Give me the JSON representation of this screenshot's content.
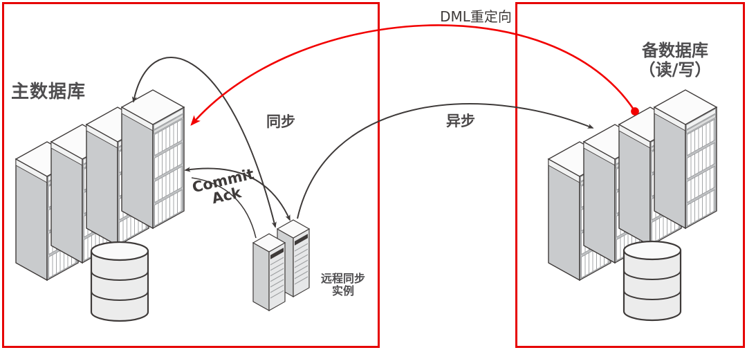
{
  "diagram": {
    "title_hint": "database remote synchronous replication topology",
    "primary_zone": {
      "label": "主数据库"
    },
    "standby_zone": {
      "label_line1": "备数据库",
      "label_line2": "（读/写）"
    },
    "remote_sync_instance": {
      "label_line1": "远程同步",
      "label_line2": "实例"
    },
    "arrows": {
      "dml_redirect_label": "DML重定向",
      "sync_label": "同步",
      "async_label": "异步",
      "commit_ack_line1": "Commit",
      "commit_ack_line2": "Ack"
    },
    "icons": {
      "primary_rack_count": 4,
      "standby_rack_count": 4,
      "remote_tower_count": 2,
      "database_cylinders": 2
    },
    "colors": {
      "zone_border_red": "#e60000",
      "arrow_red": "#f20000",
      "arrow_dark": "#3e3a39",
      "text_gray": "#4e4d4f"
    }
  }
}
